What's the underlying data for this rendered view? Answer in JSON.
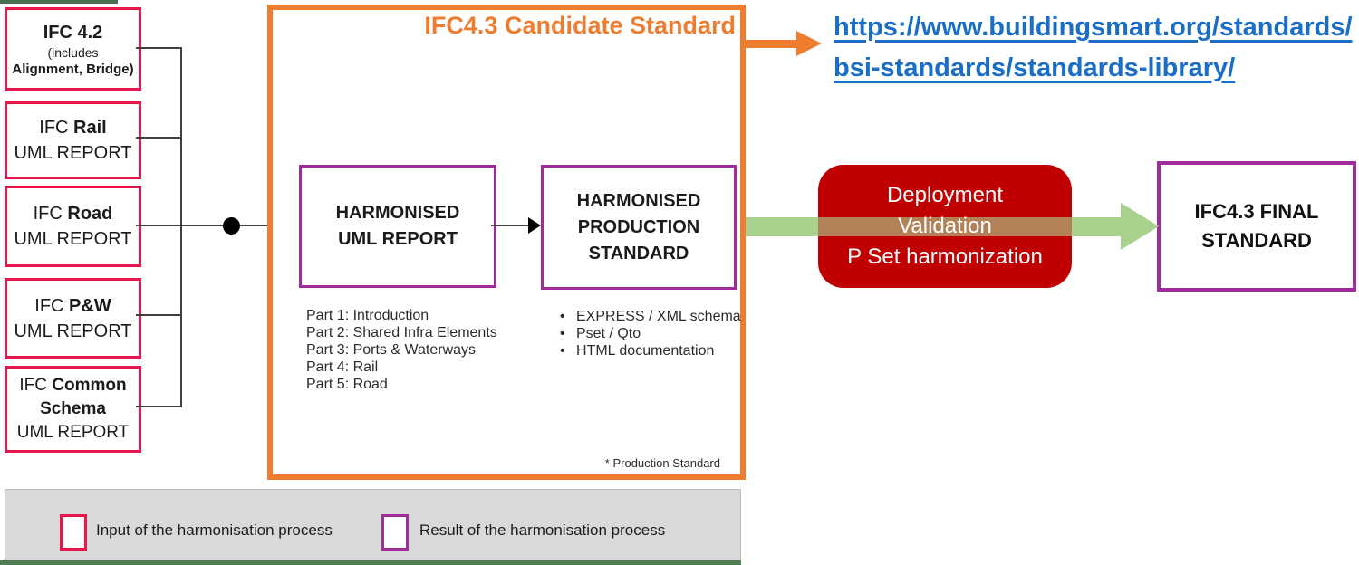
{
  "colors": {
    "input_border_red": "#e8174b",
    "result_border_purple": "#a12b9b",
    "candidate_orange": "#ed7d31",
    "link_blue": "#1b6ec8",
    "deployment_red": "#c00000",
    "process_arrow_green": "#a9d18e",
    "legend_gray": "#d9d9d9",
    "matte_green": "#47704e"
  },
  "input_boxes": {
    "ifc42": {
      "line1": "IFC 4.2",
      "line2": "(includes",
      "line3": "Alignment, Bridge)"
    },
    "rail": {
      "prefix": "IFC ",
      "name": "Rail",
      "line2": "UML REPORT"
    },
    "road": {
      "prefix": "IFC ",
      "name": "Road",
      "line2": "UML REPORT"
    },
    "pw": {
      "prefix": "IFC ",
      "name": "P&W",
      "line2": "UML REPORT"
    },
    "common": {
      "prefix": "IFC ",
      "name": "Common",
      "name2": "Schema",
      "line2": "UML REPORT"
    }
  },
  "candidate": {
    "title": "IFC4.3 Candidate Standard",
    "uml_box": {
      "line1": "HARMONISED",
      "line2": "UML REPORT"
    },
    "prod_box": {
      "line1": "HARMONISED",
      "line2": "PRODUCTION",
      "line3": "STANDARD"
    },
    "parts": [
      "Part 1: Introduction",
      "Part 2: Shared Infra Elements",
      "Part 3: Ports & Waterways",
      "Part 4: Rail",
      "Part 5: Road"
    ],
    "deliverables": [
      "EXPRESS / XML schema",
      "Pset / Qto",
      "HTML documentation"
    ],
    "note": "* Production Standard"
  },
  "link": {
    "line1": "https://www.buildingsmart.org/standards",
    "line2": "/bsi-standards/standards-library/"
  },
  "deployment": {
    "line1": "Deployment",
    "line2": "Validation",
    "line3": "P Set harmonization"
  },
  "final_box": {
    "line1": "IFC4.3 FINAL",
    "line2": "STANDARD"
  },
  "legend": {
    "input_label": "Input of the harmonisation process",
    "result_label": "Result of the harmonisation process"
  }
}
